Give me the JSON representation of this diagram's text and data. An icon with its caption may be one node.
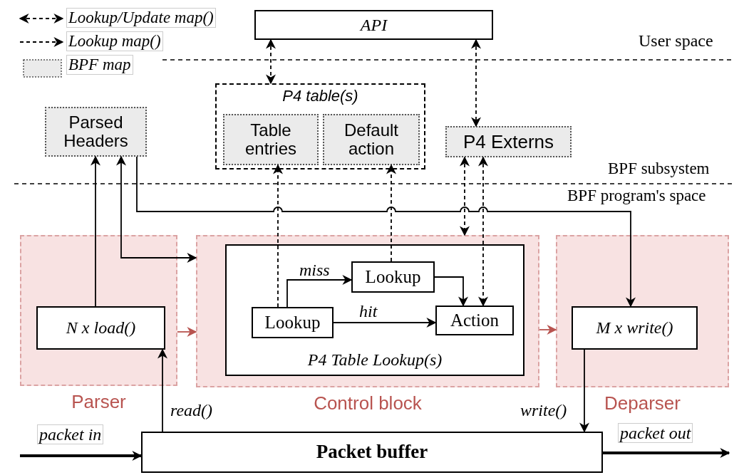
{
  "diagram": {
    "nodes": [
      {
        "text": [
          "API"
        ]
      },
      {
        "text": [
          "P4 table(s)"
        ]
      },
      {
        "text": [
          "Table entries"
        ],
        "in": 1
      },
      {
        "text": [
          "Default action"
        ],
        "in": 1
      },
      {
        "text": [
          "Parsed Headers"
        ]
      },
      {
        "text": [
          "P4 Externs"
        ]
      },
      {
        "text": [
          "Parser"
        ]
      },
      {
        "text": [
          "N x load()"
        ],
        "in": 6
      },
      {
        "text": [
          "Control block"
        ]
      },
      {
        "text": [
          "P4 Table Lookup(s)"
        ],
        "in": 8
      },
      {
        "text": [
          "Lookup"
        ],
        "in": 9
      },
      {
        "text": [
          "Lookup"
        ],
        "in": 9
      },
      {
        "text": [
          "Action"
        ],
        "in": 9
      },
      {
        "text": [
          "Deparser"
        ]
      },
      {
        "text": [
          "M x write()"
        ],
        "in": 13
      },
      {
        "text": [
          "Packet buffer"
        ]
      }
    ],
    "edges": [
      {
        "from": 0,
        "to": 1,
        "arrow": "both",
        "style": "dashed"
      },
      {
        "from": 0,
        "to": 5,
        "arrow": "both",
        "style": "dashed"
      },
      {
        "from": 7,
        "to": 4,
        "arrow": "to"
      },
      {
        "from": 4,
        "to": 8,
        "arrow": "both"
      },
      {
        "from": 4,
        "to": 14,
        "arrow": "to"
      },
      {
        "from": 10,
        "to": 2,
        "arrow": "to",
        "style": "dashed"
      },
      {
        "from": 11,
        "to": 3,
        "arrow": "to",
        "style": "dashed"
      },
      {
        "from": 5,
        "to": 8,
        "arrow": "both",
        "style": "dashed"
      },
      {
        "from": 5,
        "to": 12,
        "arrow": "both",
        "style": "dashed"
      },
      {
        "from": 10,
        "to": 11,
        "arrow": "to",
        "label": "miss"
      },
      {
        "from": 10,
        "to": 12,
        "arrow": "to",
        "label": "hit"
      },
      {
        "from": 11,
        "to": 12,
        "arrow": "to"
      },
      {
        "from": 6,
        "to": 8,
        "arrow": "to",
        "color": "#b85450"
      },
      {
        "from": 8,
        "to": 13,
        "arrow": "to",
        "color": "#b85450"
      },
      {
        "from": 15,
        "to": 7,
        "arrow": "to",
        "label": "read()"
      },
      {
        "from": 14,
        "to": 15,
        "arrow": "to",
        "label": "write()"
      },
      {
        "from": null,
        "to": 15,
        "arrow": "to",
        "label": "packet in",
        "style": "thick"
      },
      {
        "from": 15,
        "to": null,
        "arrow": "to",
        "label": "packet out",
        "style": "thick"
      }
    ],
    "labels": [
      "User space",
      "BPF subsystem",
      "BPF program's space"
    ],
    "legend": [
      {
        "text": "Lookup/Update map()"
      },
      {
        "text": "Lookup map()"
      },
      {
        "text": "BPF map",
        "color": "#ebebeb"
      }
    ]
  }
}
